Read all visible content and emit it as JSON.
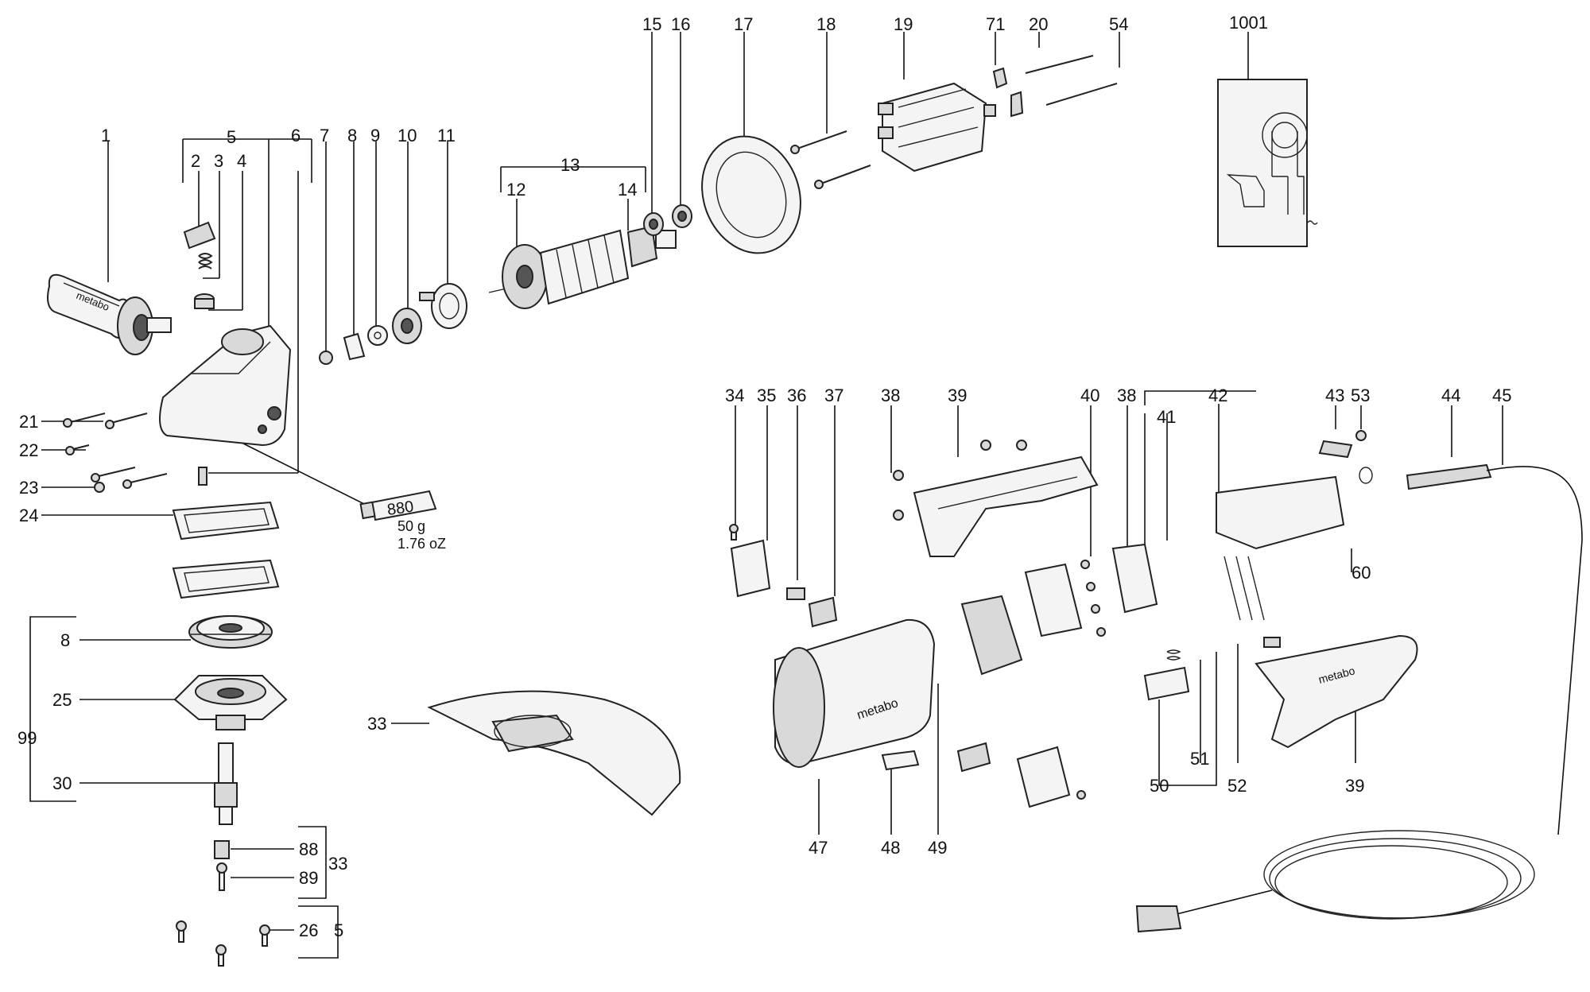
{
  "diagram": {
    "callouts": [
      {
        "id": "1",
        "text": "1"
      },
      {
        "id": "5a",
        "text": "5"
      },
      {
        "id": "2",
        "text": "2"
      },
      {
        "id": "3",
        "text": "3"
      },
      {
        "id": "4",
        "text": "4"
      },
      {
        "id": "6",
        "text": "6"
      },
      {
        "id": "7",
        "text": "7"
      },
      {
        "id": "8a",
        "text": "8"
      },
      {
        "id": "9",
        "text": "9"
      },
      {
        "id": "10",
        "text": "10"
      },
      {
        "id": "11",
        "text": "11"
      },
      {
        "id": "13",
        "text": "13"
      },
      {
        "id": "12",
        "text": "12"
      },
      {
        "id": "14",
        "text": "14"
      },
      {
        "id": "15",
        "text": "15"
      },
      {
        "id": "16",
        "text": "16"
      },
      {
        "id": "17",
        "text": "17"
      },
      {
        "id": "18",
        "text": "18"
      },
      {
        "id": "19",
        "text": "19"
      },
      {
        "id": "71",
        "text": "71"
      },
      {
        "id": "20",
        "text": "20"
      },
      {
        "id": "54",
        "text": "54"
      },
      {
        "id": "1001",
        "text": "1001"
      },
      {
        "id": "21",
        "text": "21"
      },
      {
        "id": "22",
        "text": "22"
      },
      {
        "id": "23",
        "text": "23"
      },
      {
        "id": "24",
        "text": "24"
      },
      {
        "id": "8b",
        "text": "8"
      },
      {
        "id": "25",
        "text": "25"
      },
      {
        "id": "99",
        "text": "99"
      },
      {
        "id": "30",
        "text": "30"
      },
      {
        "id": "88",
        "text": "88"
      },
      {
        "id": "89",
        "text": "89"
      },
      {
        "id": "33b",
        "text": "33"
      },
      {
        "id": "26",
        "text": "26"
      },
      {
        "id": "5b",
        "text": "5"
      },
      {
        "id": "33a",
        "text": "33"
      },
      {
        "id": "34",
        "text": "34"
      },
      {
        "id": "35",
        "text": "35"
      },
      {
        "id": "36",
        "text": "36"
      },
      {
        "id": "37",
        "text": "37"
      },
      {
        "id": "38a",
        "text": "38"
      },
      {
        "id": "39a",
        "text": "39"
      },
      {
        "id": "40",
        "text": "40"
      },
      {
        "id": "38b",
        "text": "38"
      },
      {
        "id": "41",
        "text": "41"
      },
      {
        "id": "42",
        "text": "42"
      },
      {
        "id": "43",
        "text": "43"
      },
      {
        "id": "53",
        "text": "53"
      },
      {
        "id": "44",
        "text": "44"
      },
      {
        "id": "45",
        "text": "45"
      },
      {
        "id": "60",
        "text": "60"
      },
      {
        "id": "47",
        "text": "47"
      },
      {
        "id": "48",
        "text": "48"
      },
      {
        "id": "49",
        "text": "49"
      },
      {
        "id": "50",
        "text": "50"
      },
      {
        "id": "51",
        "text": "51"
      },
      {
        "id": "52",
        "text": "52"
      },
      {
        "id": "39b",
        "text": "39"
      }
    ],
    "grease_tube": {
      "code": "880",
      "weight_metric": "50 g",
      "weight_imperial": "1.76 oZ"
    },
    "brand_marks": {
      "handle_1": "metabo",
      "motor_housing_47": "metabo",
      "rear_handle_39": "metabo"
    }
  }
}
